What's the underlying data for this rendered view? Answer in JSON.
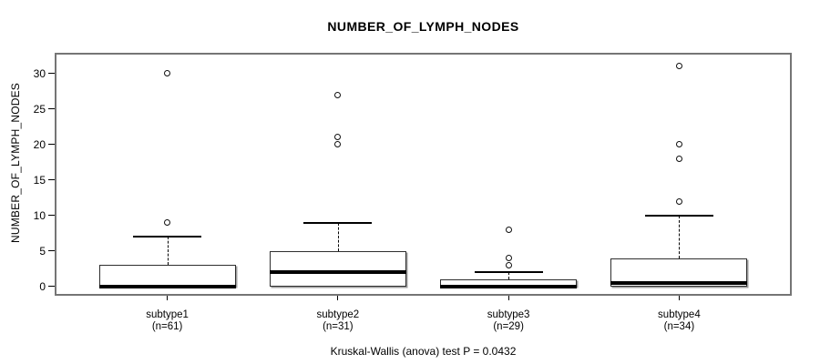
{
  "chart_data": {
    "type": "boxplot",
    "title": "NUMBER_OF_LYMPH_NODES",
    "ylabel": "NUMBER_OF_LYMPH_NODES",
    "caption": "Kruskal-Wallis (anova) test P = 0.0432",
    "yticks": [
      0,
      5,
      10,
      15,
      20,
      25,
      30
    ],
    "ylim": [
      -1.3,
      32.9
    ],
    "xlim": [
      0.34,
      4.66
    ],
    "box_width": 0.8,
    "cap_width": 0.4,
    "grid": false,
    "legend": null,
    "groups": [
      {
        "label": "subtype1",
        "sublabel": "(n=61)",
        "n": 61,
        "x": 1,
        "whisker_low": 0,
        "q1": 0,
        "median": 0,
        "q3": 3,
        "whisker_high": 7,
        "outliers": [
          9,
          30
        ]
      },
      {
        "label": "subtype2",
        "sublabel": "(n=31)",
        "n": 31,
        "x": 2,
        "whisker_low": 0,
        "q1": 0,
        "median": 2,
        "q3": 5,
        "whisker_high": 9,
        "outliers": [
          20,
          21,
          27
        ]
      },
      {
        "label": "subtype3",
        "sublabel": "(n=29)",
        "n": 29,
        "x": 3,
        "whisker_low": 0,
        "q1": 0,
        "median": 0,
        "q3": 1,
        "whisker_high": 2,
        "outliers": [
          3,
          4,
          8
        ]
      },
      {
        "label": "subtype4",
        "sublabel": "(n=34)",
        "n": 34,
        "x": 4,
        "whisker_low": 0,
        "q1": 0,
        "median": 0.5,
        "q3": 4,
        "whisker_high": 10,
        "outliers": [
          12,
          18,
          20,
          31
        ]
      }
    ]
  }
}
